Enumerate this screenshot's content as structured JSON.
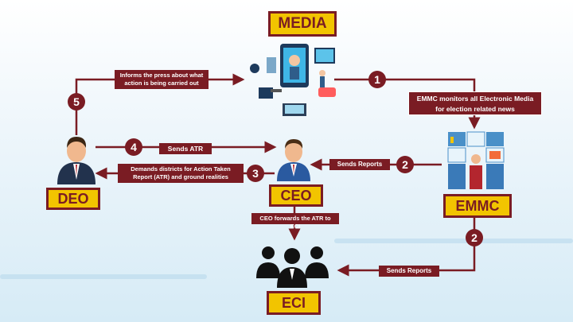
{
  "titles": {
    "media": "MEDIA",
    "deo": "DEO",
    "ceo": "CEO",
    "emmc": "EMMC",
    "eci": "ECI"
  },
  "labels": {
    "informs_press": "Informs the press about what action is being carried out",
    "emmc_monitors": "EMMC monitors all Electronic Media for election related news",
    "sends_atr": "Sends ATR",
    "demands_districts": "Demands districts for Action Taken Report (ATR) and ground realities",
    "sends_reports_ceo": "Sends Reports",
    "ceo_forwards": "CEO forwards the ATR to ECI",
    "sends_reports_eci": "Sends Reports"
  },
  "numbers": {
    "step1": "1",
    "step2_top": "2",
    "step2_bottom": "2",
    "step3": "3",
    "step4": "4",
    "step5": "5"
  },
  "colors": {
    "maroon": "#7a1c23",
    "yellow": "#f2c400",
    "background": "#e8f3fa"
  },
  "icons": {
    "media": "media-devices-icon",
    "deo": "person-icon",
    "ceo": "person-icon",
    "emmc": "monitoring-room-icon",
    "eci": "group-people-icon"
  }
}
